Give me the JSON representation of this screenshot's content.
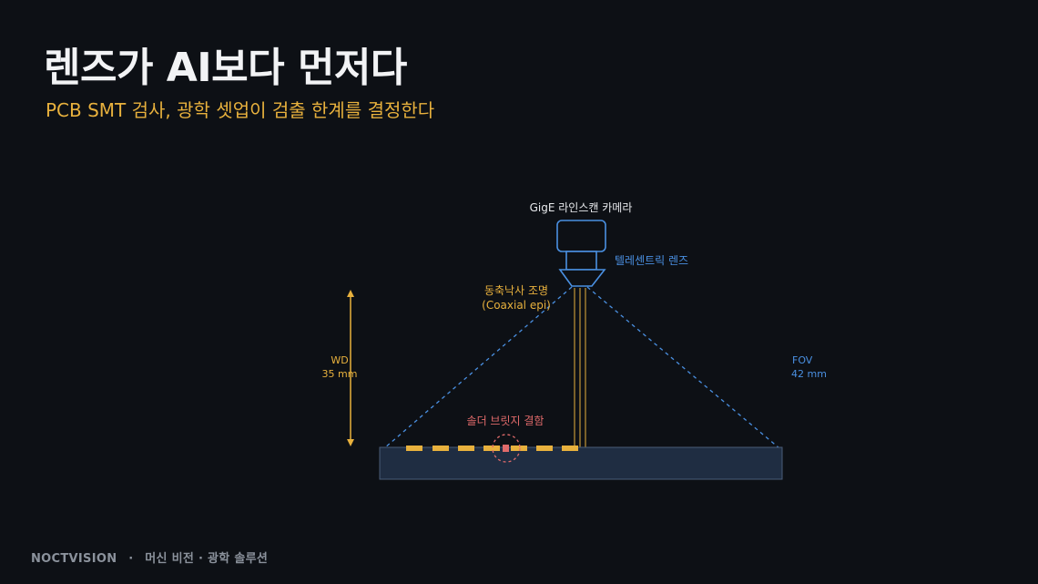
{
  "title": "렌즈가 AI보다 먼저다",
  "subtitle": "PCB SMT 검사, 광학 셋업이 검출 한계를 결정한다",
  "diagram": {
    "camera_label": "GigE 라인스캔 카메라",
    "lens_label": "텔레센트릭 렌즈",
    "light_label_line1": "동축낙사 조명",
    "light_label_line2": "(Coaxial epi)",
    "wd_label_line1": "WD",
    "wd_label_line2": "35 mm",
    "fov_label_line1": "FOV",
    "fov_label_line2": "42 mm",
    "defect_label": "솔더 브릿지 결함"
  },
  "footer": {
    "brand": "NOCTVISION",
    "separator": "·",
    "tagline": "머신 비전 · 광학 솔루션"
  },
  "colors": {
    "background": "#0d1015",
    "accent_amber": "#e8b13d",
    "accent_blue": "#4a90e2",
    "defect_red": "#e06a6a",
    "board": "#1f2d42"
  }
}
